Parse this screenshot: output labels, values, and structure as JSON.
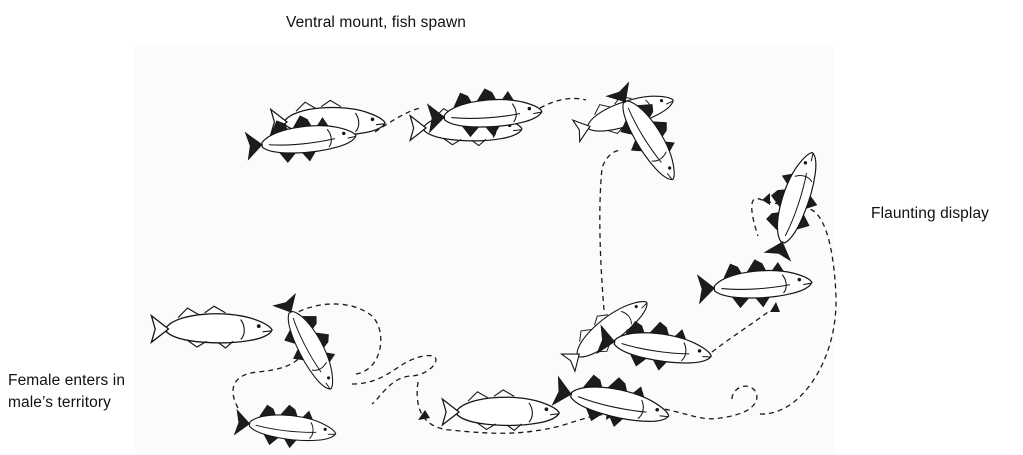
{
  "labels": {
    "top": "Ventral mount, fish spawn",
    "right": "Flaunting display",
    "left_line1": "Female enters in",
    "left_line2": "male’s territory"
  }
}
